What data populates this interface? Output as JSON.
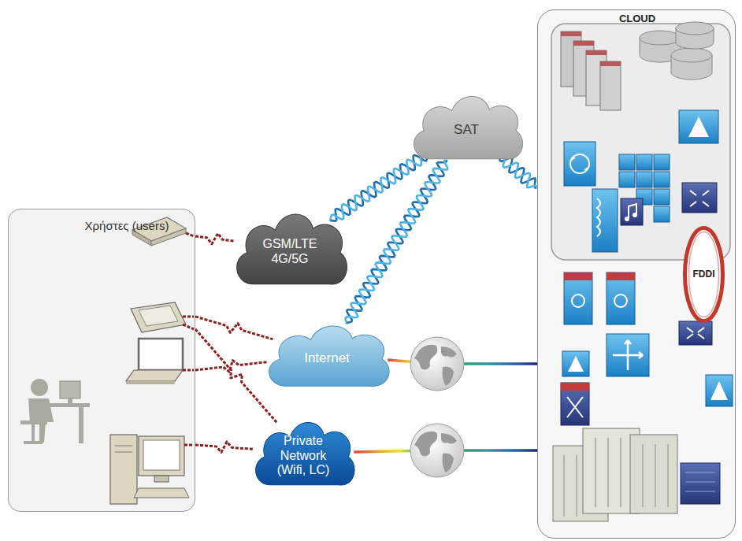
{
  "diagram": {
    "nodes": [
      {
        "text": [
          "Χρήστες (users)"
        ]
      },
      {
        "text": [
          "GSM/LTE 4G/5G"
        ]
      },
      {
        "text": [
          "SAT"
        ]
      },
      {
        "text": [
          "Internet"
        ]
      },
      {
        "text": [
          "Private Network (Wifi, LC)"
        ]
      },
      {
        "text": [
          "CLOUD"
        ]
      },
      {
        "text": [
          "FDDI"
        ],
        "in": 5
      }
    ],
    "edges": [
      {
        "from": 0,
        "to": 1,
        "arrow": "none"
      },
      {
        "from": 0,
        "to": 3,
        "arrow": "none"
      },
      {
        "from": 0,
        "to": 3,
        "arrow": "none"
      },
      {
        "from": 0,
        "to": 4,
        "arrow": "none"
      },
      {
        "from": 0,
        "to": 4,
        "arrow": "none"
      },
      {
        "from": 1,
        "to": 2,
        "arrow": "none"
      },
      {
        "from": 3,
        "to": 2,
        "arrow": "none"
      },
      {
        "from": 2,
        "to": 5,
        "arrow": "none"
      },
      {
        "from": 3,
        "to": 5,
        "arrow": "none"
      },
      {
        "from": 4,
        "to": 5,
        "arrow": "none"
      }
    ]
  }
}
